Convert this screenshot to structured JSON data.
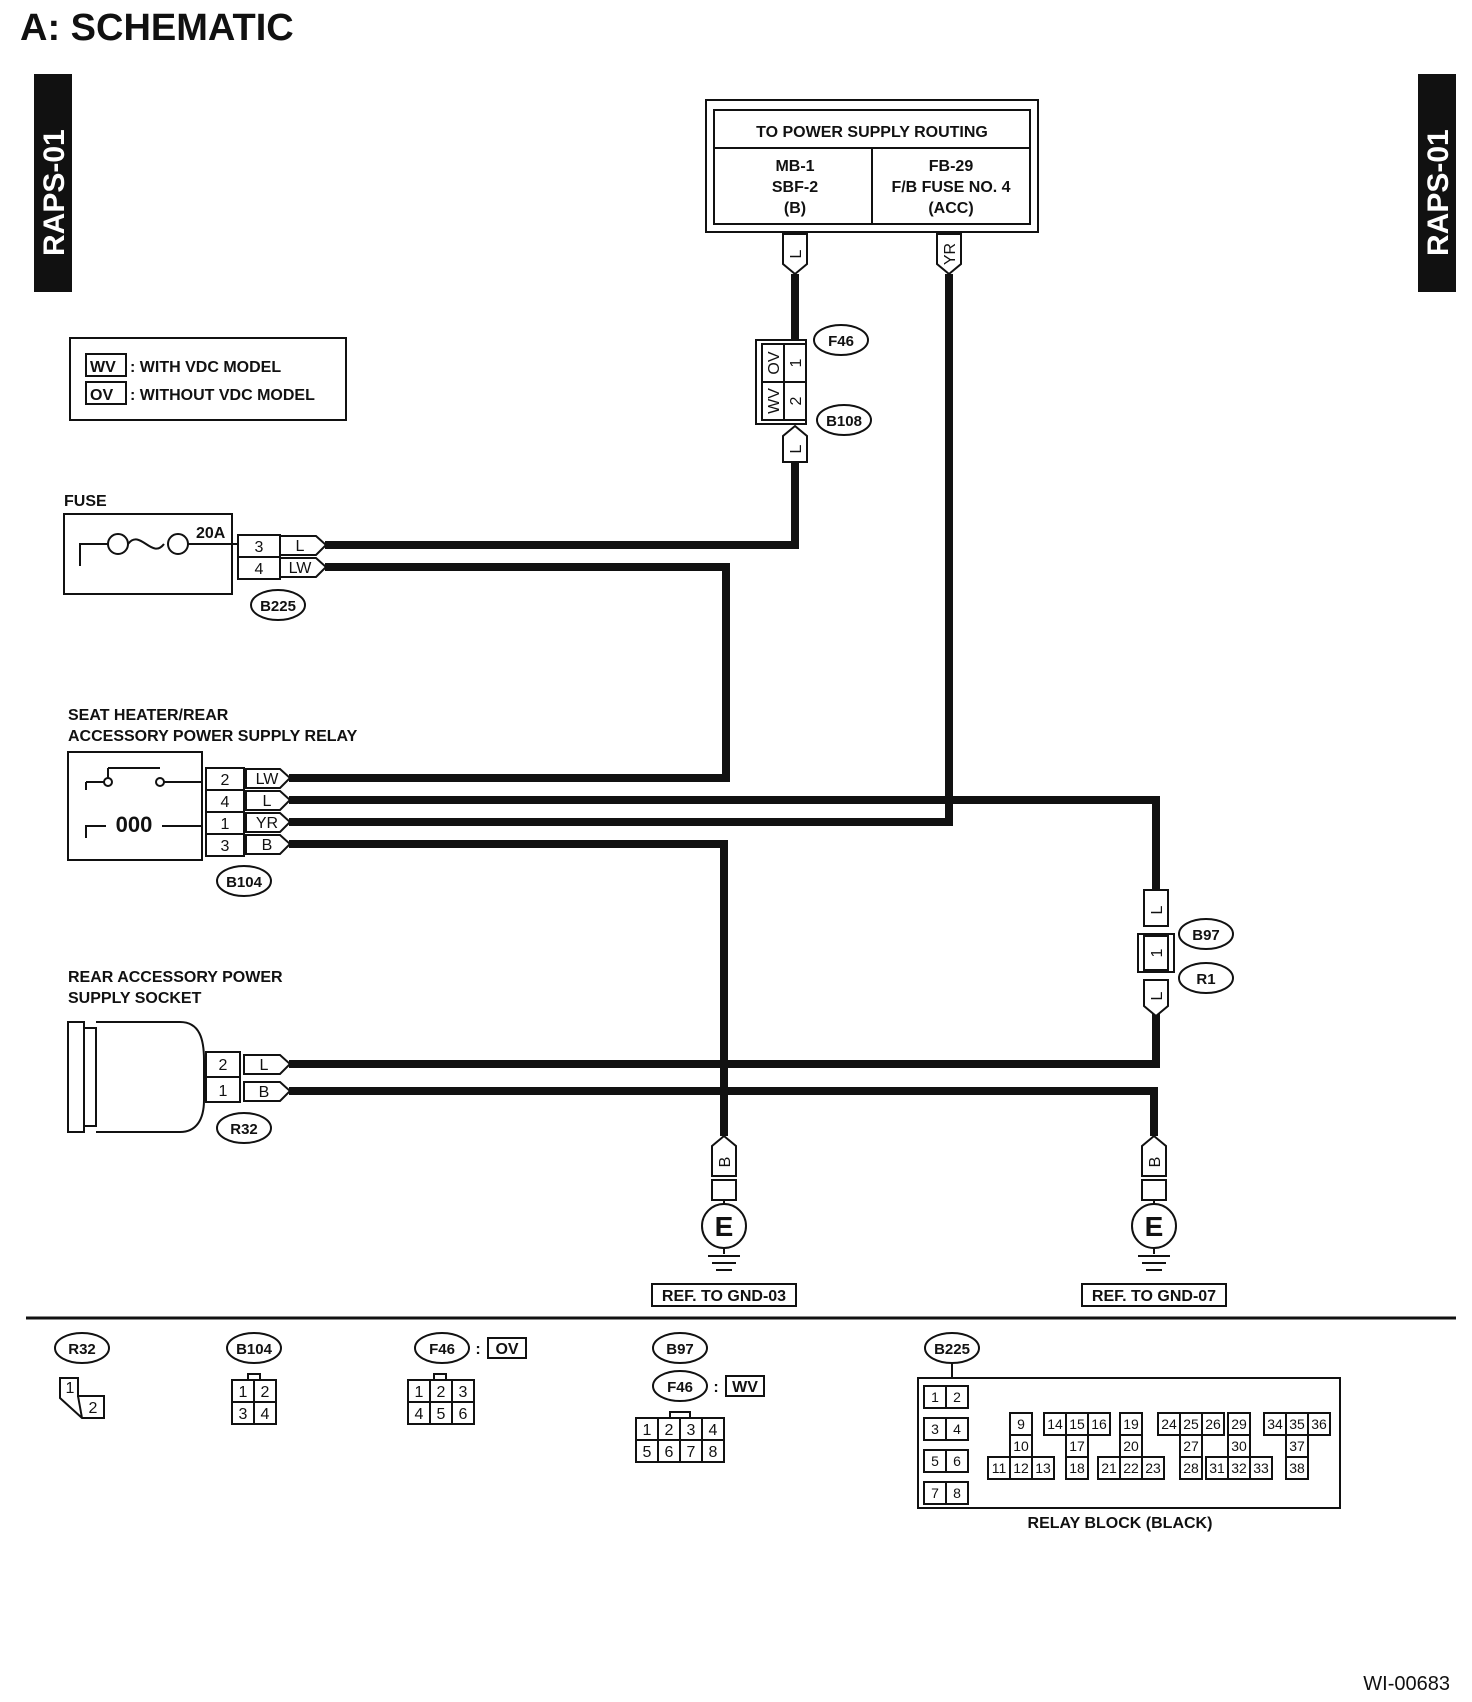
{
  "title": "A:  SCHEMATIC",
  "side_tabs": {
    "left": "RAPS-01",
    "right": "RAPS-01"
  },
  "legend": [
    {
      "code": "WV",
      "text": ": WITH VDC MODEL"
    },
    {
      "code": "OV",
      "text": ": WITHOUT VDC MODEL"
    }
  ],
  "power_supply": {
    "title": "TO POWER SUPPLY ROUTING",
    "left": [
      "MB-1",
      "SBF-2",
      "(B)"
    ],
    "right": [
      "FB-29",
      "F/B FUSE NO. 4",
      "(ACC)"
    ]
  },
  "wire_colors": {
    "l": "L",
    "yr": "YR",
    "lw": "LW",
    "b": "B"
  },
  "connectors": {
    "f46": "F46",
    "b108": "B108",
    "b225": "B225",
    "b104": "B104",
    "b97": "B97",
    "r1": "R1",
    "r32": "R32",
    "f46_pins": [
      "OV",
      "1",
      "WV",
      "2"
    ]
  },
  "fuse": {
    "label": "FUSE",
    "rating": "20A",
    "pins": [
      "3",
      "4"
    ],
    "colors": [
      "L",
      "LW"
    ]
  },
  "relay": {
    "label_1": "SEAT HEATER/REAR",
    "label_2": "ACCESSORY POWER SUPPLY RELAY",
    "coil": "000",
    "pins": [
      "2",
      "4",
      "1",
      "3"
    ],
    "colors": [
      "LW",
      "L",
      "YR",
      "B"
    ]
  },
  "socket": {
    "label_1": "REAR  ACCESSORY POWER",
    "label_2": "SUPPLY SOCKET",
    "pins": [
      "2",
      "1"
    ],
    "colors": [
      "L",
      "B"
    ]
  },
  "b97_pin": "1",
  "grounds": [
    {
      "symbol": "E",
      "color": "B",
      "ref": "REF. TO GND-03"
    },
    {
      "symbol": "E",
      "color": "B",
      "ref": "REF. TO GND-07"
    }
  ],
  "connector_views": {
    "r32": {
      "name": "R32",
      "pins": [
        "1",
        "2"
      ]
    },
    "b104": {
      "name": "B104",
      "pins": [
        "1",
        "2",
        "3",
        "4"
      ]
    },
    "f46_ov": {
      "name": "F46",
      "sep": ":",
      "variant": "OV",
      "pins": [
        "1",
        "2",
        "3",
        "4",
        "5",
        "6"
      ]
    },
    "b97_f46": {
      "name1": "B97",
      "name2": "F46",
      "sep": ":",
      "variant": "WV",
      "pins": [
        "1",
        "2",
        "3",
        "4",
        "5",
        "6",
        "7",
        "8"
      ]
    },
    "b225": {
      "name": "B225",
      "caption": "RELAY BLOCK (BLACK)",
      "pins": [
        "1",
        "2",
        "3",
        "4",
        "5",
        "6",
        "7",
        "8",
        "9",
        "10",
        "11",
        "12",
        "13",
        "14",
        "15",
        "16",
        "17",
        "18",
        "19",
        "20",
        "21",
        "22",
        "23",
        "24",
        "25",
        "26",
        "27",
        "28",
        "29",
        "30",
        "31",
        "32",
        "33",
        "34",
        "35",
        "36",
        "37",
        "38"
      ]
    }
  },
  "figure_id": "WI-00683"
}
